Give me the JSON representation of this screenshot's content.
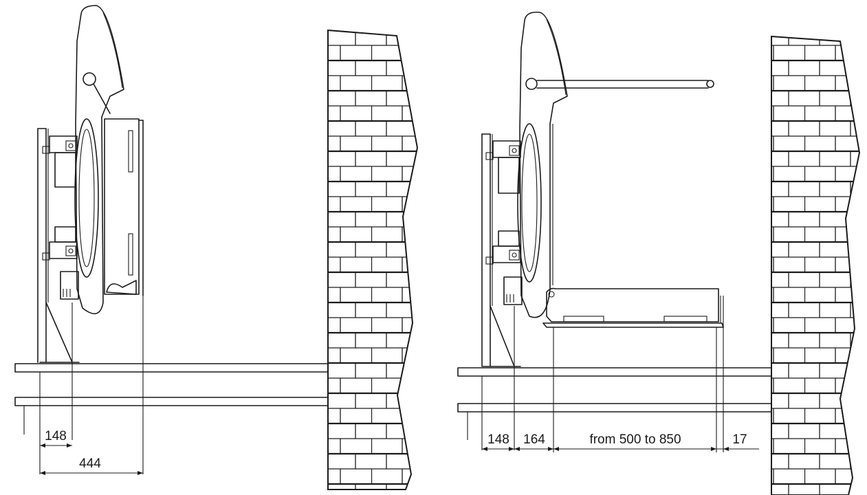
{
  "left_view": {
    "dimensions": {
      "d1": "148",
      "d2": "444"
    }
  },
  "right_view": {
    "dimensions": {
      "d1": "148",
      "d2": "164",
      "d3": "from 500 to 850",
      "d4": "17"
    }
  }
}
